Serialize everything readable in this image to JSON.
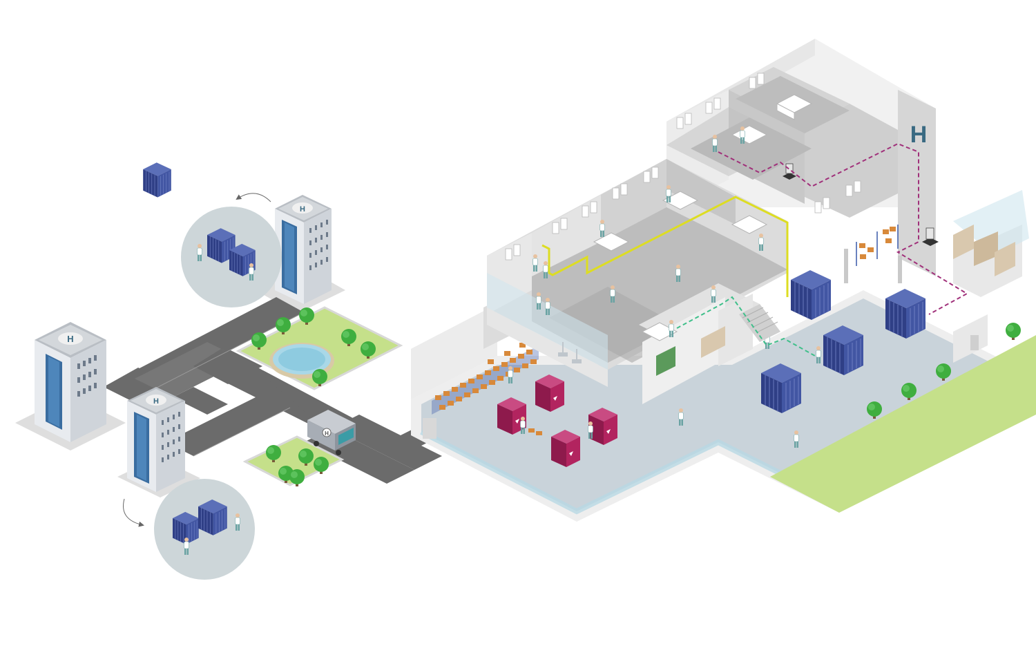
{
  "hospital_letter": "H",
  "building_letter": "H",
  "van_letter": "H",
  "colors": {
    "background": "#ffffff",
    "floor": "#c9d3da",
    "wall_light": "#ececec",
    "wall_mid": "#d9d9d9",
    "wall_dark": "#bdbdbd",
    "road": "#6b6b6b",
    "grass": "#c5e08a",
    "tree": "#3fae3f",
    "tower_blue": "#3a4f9a",
    "magenta_unit": "#b2245f",
    "orange_box": "#d8893a",
    "glass": "#cfe6ef",
    "tube_yellow": "#dddd22",
    "route_magenta": "#a0307a",
    "route_green": "#3fbf8a",
    "hospital_sign": "#3a6a82"
  },
  "icons": [
    "tree-icon",
    "vehicle-icon",
    "arrow-icon",
    "person-icon",
    "bed-icon",
    "robot-icon"
  ]
}
